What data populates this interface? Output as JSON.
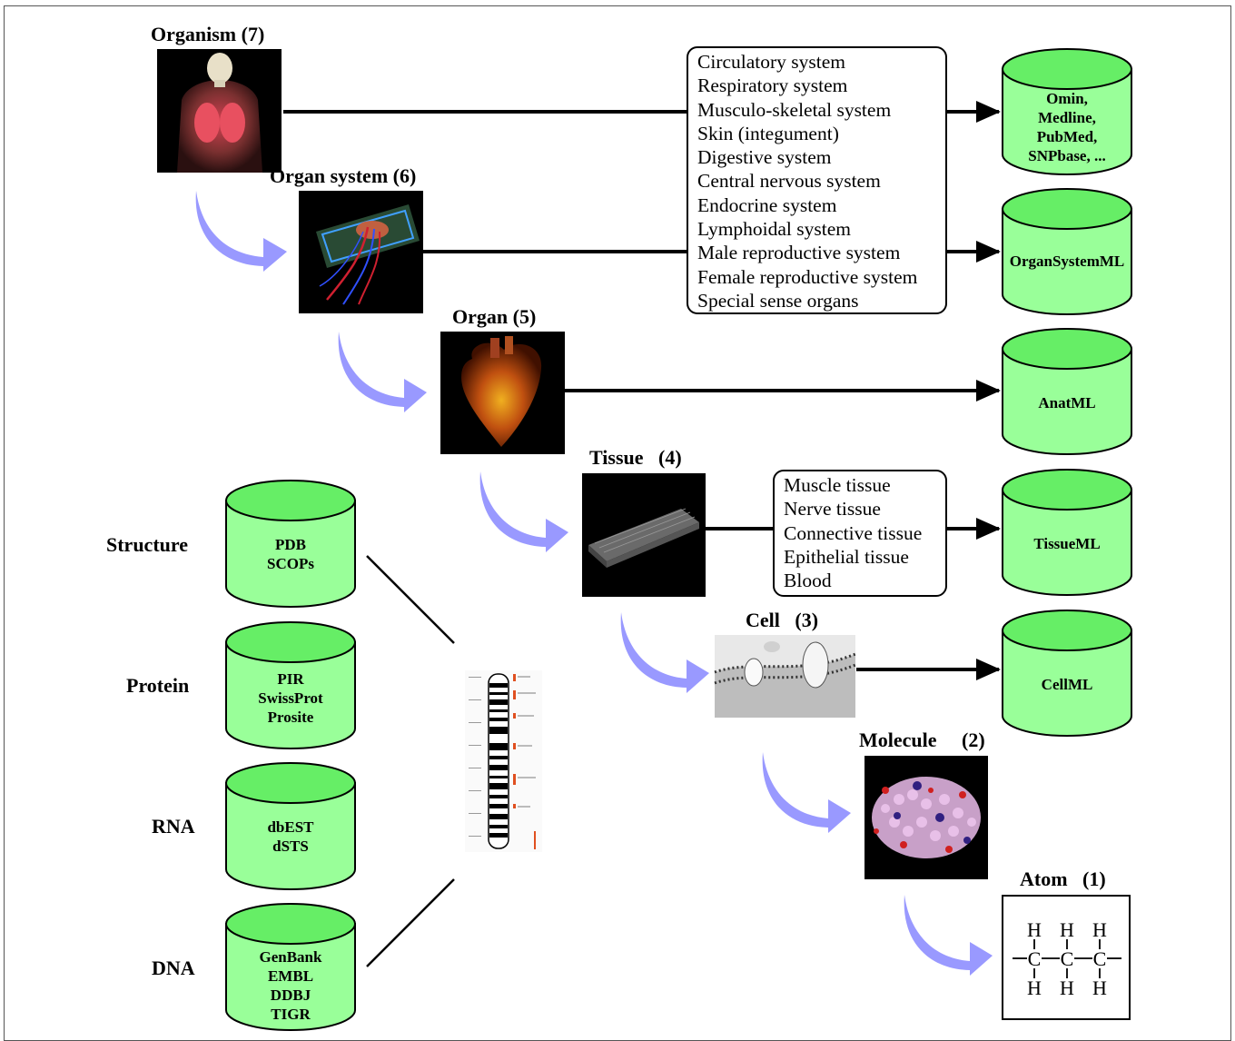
{
  "levels": {
    "organism": "Organism (7)",
    "organ_system": "Organ system (6)",
    "organ": "Organ (5)",
    "tissue": "Tissue   (4)",
    "cell": "Cell   (3)",
    "molecule": "Molecule     (2)",
    "atom": "Atom   (1)"
  },
  "organ_systems": [
    "Circulatory system",
    "Respiratory system",
    "Musculo-skeletal system",
    "Skin (integument)",
    "Digestive system",
    "Central nervous system",
    "Endocrine system",
    "Lymphoidal system",
    "Male reproductive system",
    "Female reproductive system",
    "Special sense organs"
  ],
  "tissues": [
    "Muscle tissue",
    "Nerve tissue",
    "Connective tissue",
    "Epithelial tissue",
    "Blood"
  ],
  "databases_right": {
    "organism": [
      "Omin,",
      "Medline,",
      "PubMed,",
      "SNPbase, ..."
    ],
    "organ_system": [
      "OrganSystemML"
    ],
    "organ": [
      "AnatML"
    ],
    "tissue": [
      "TissueML"
    ],
    "cell": [
      "CellML"
    ]
  },
  "bio_levels": {
    "structure": "Structure",
    "protein": "Protein",
    "rna": "RNA",
    "dna": "DNA"
  },
  "databases_left": {
    "structure": [
      "PDB",
      "SCOPs"
    ],
    "protein": [
      "PIR",
      "SwissProt",
      "Prosite"
    ],
    "rna": [
      "dbEST",
      "dSTS"
    ],
    "dna": [
      "GenBank",
      "EMBL",
      "DDBJ",
      "TIGR"
    ]
  },
  "atom_formula": {
    "h": "H",
    "c": "C"
  },
  "colors": {
    "cylinder_fill": "#99ff99",
    "cylinder_top": "#66ee66",
    "arrow_curve": "#9999ff"
  }
}
